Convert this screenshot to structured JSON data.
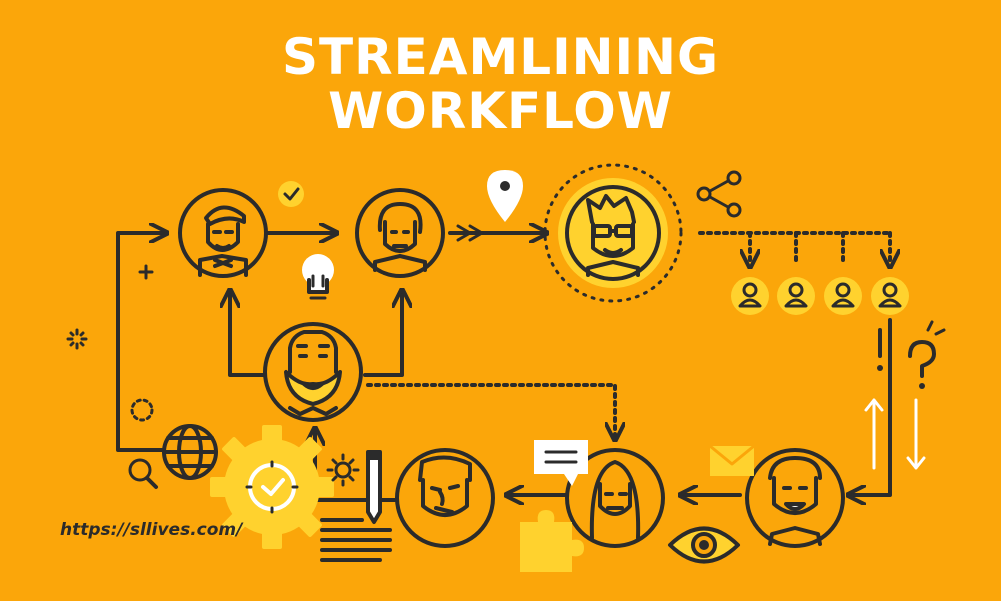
{
  "title": {
    "line1": "STREAMLINING",
    "line2": "WORKFLOW"
  },
  "source_url": "https://sllives.com/",
  "colors": {
    "background": "#FBA60A",
    "ink": "#2b2b2b",
    "highlight": "#FFD22E",
    "title": "#ffffff"
  },
  "icons": [
    "check-icon",
    "lightbulb-icon",
    "location-pin-icon",
    "share-icon",
    "plus-icon",
    "sparkle-icon",
    "globe-icon",
    "search-icon",
    "gear-clock-icon",
    "sun-icon",
    "pencil-icon",
    "document-lines-icon",
    "chat-bubble-icon",
    "puzzle-icon",
    "eye-icon",
    "envelope-icon",
    "exclamation-icon",
    "question-icon"
  ]
}
